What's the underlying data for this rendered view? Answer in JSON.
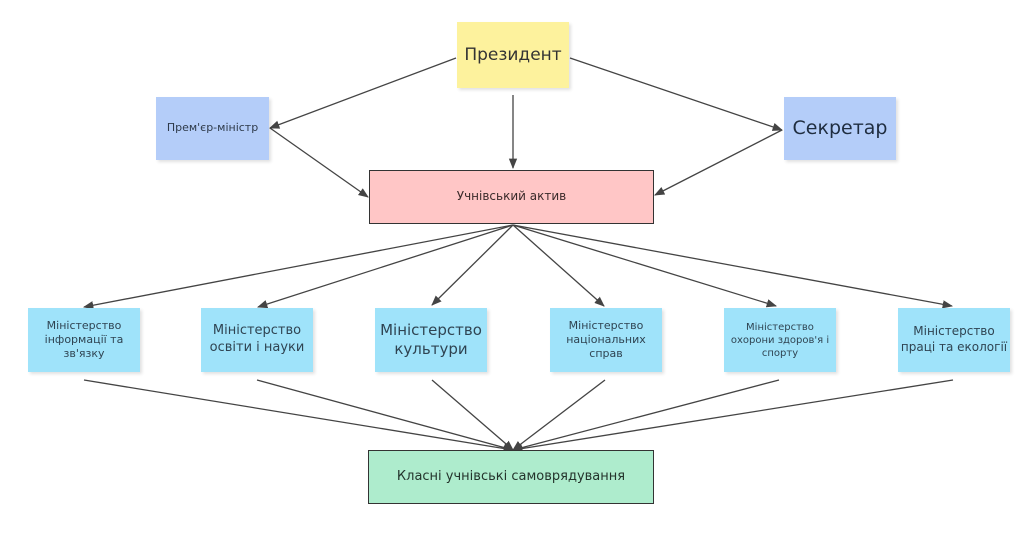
{
  "diagram": {
    "type": "org-chart",
    "nodes": {
      "president": {
        "label": "Президент",
        "color": "#fdf29d"
      },
      "prime_minister": {
        "label": "Прем'єр-міністр",
        "color": "#b4cdf9"
      },
      "secretary": {
        "label": "Секретар",
        "color": "#b4cdf9"
      },
      "student_activ": {
        "label": "Учнівський актив",
        "color": "#ffc6c6"
      },
      "ministries": [
        {
          "id": "m0",
          "label": "Міністерство інформації та зв'язку",
          "color": "#9fe3fa"
        },
        {
          "id": "m1",
          "label": "Міністерство освіти і науки",
          "color": "#9fe3fa"
        },
        {
          "id": "m2",
          "label": "Міністерство культури",
          "color": "#9fe3fa"
        },
        {
          "id": "m3",
          "label": "Міністерство національних справ",
          "color": "#9fe3fa"
        },
        {
          "id": "m4",
          "label": "Міністерство охорони здоров'я і спорту",
          "color": "#9fe3fa"
        },
        {
          "id": "m5",
          "label": "Міністерство праці та екології",
          "color": "#9fe3fa"
        }
      ],
      "class_self_government": {
        "label": "Класні учнівські самоврядування",
        "color": "#aeeccd"
      }
    },
    "edges": [
      {
        "from": "president",
        "to": "prime_minister"
      },
      {
        "from": "president",
        "to": "secretary"
      },
      {
        "from": "president",
        "to": "student_activ"
      },
      {
        "from": "prime_minister",
        "to": "student_activ"
      },
      {
        "from": "secretary",
        "to": "student_activ"
      },
      {
        "from": "student_activ",
        "to": "m0"
      },
      {
        "from": "student_activ",
        "to": "m1"
      },
      {
        "from": "student_activ",
        "to": "m2"
      },
      {
        "from": "student_activ",
        "to": "m3"
      },
      {
        "from": "student_activ",
        "to": "m4"
      },
      {
        "from": "student_activ",
        "to": "m5"
      },
      {
        "from": "m0",
        "to": "class_self_government"
      },
      {
        "from": "m1",
        "to": "class_self_government"
      },
      {
        "from": "m2",
        "to": "class_self_government"
      },
      {
        "from": "m3",
        "to": "class_self_government"
      },
      {
        "from": "m4",
        "to": "class_self_government"
      },
      {
        "from": "m5",
        "to": "class_self_government"
      }
    ],
    "edge_color": "#444444"
  }
}
